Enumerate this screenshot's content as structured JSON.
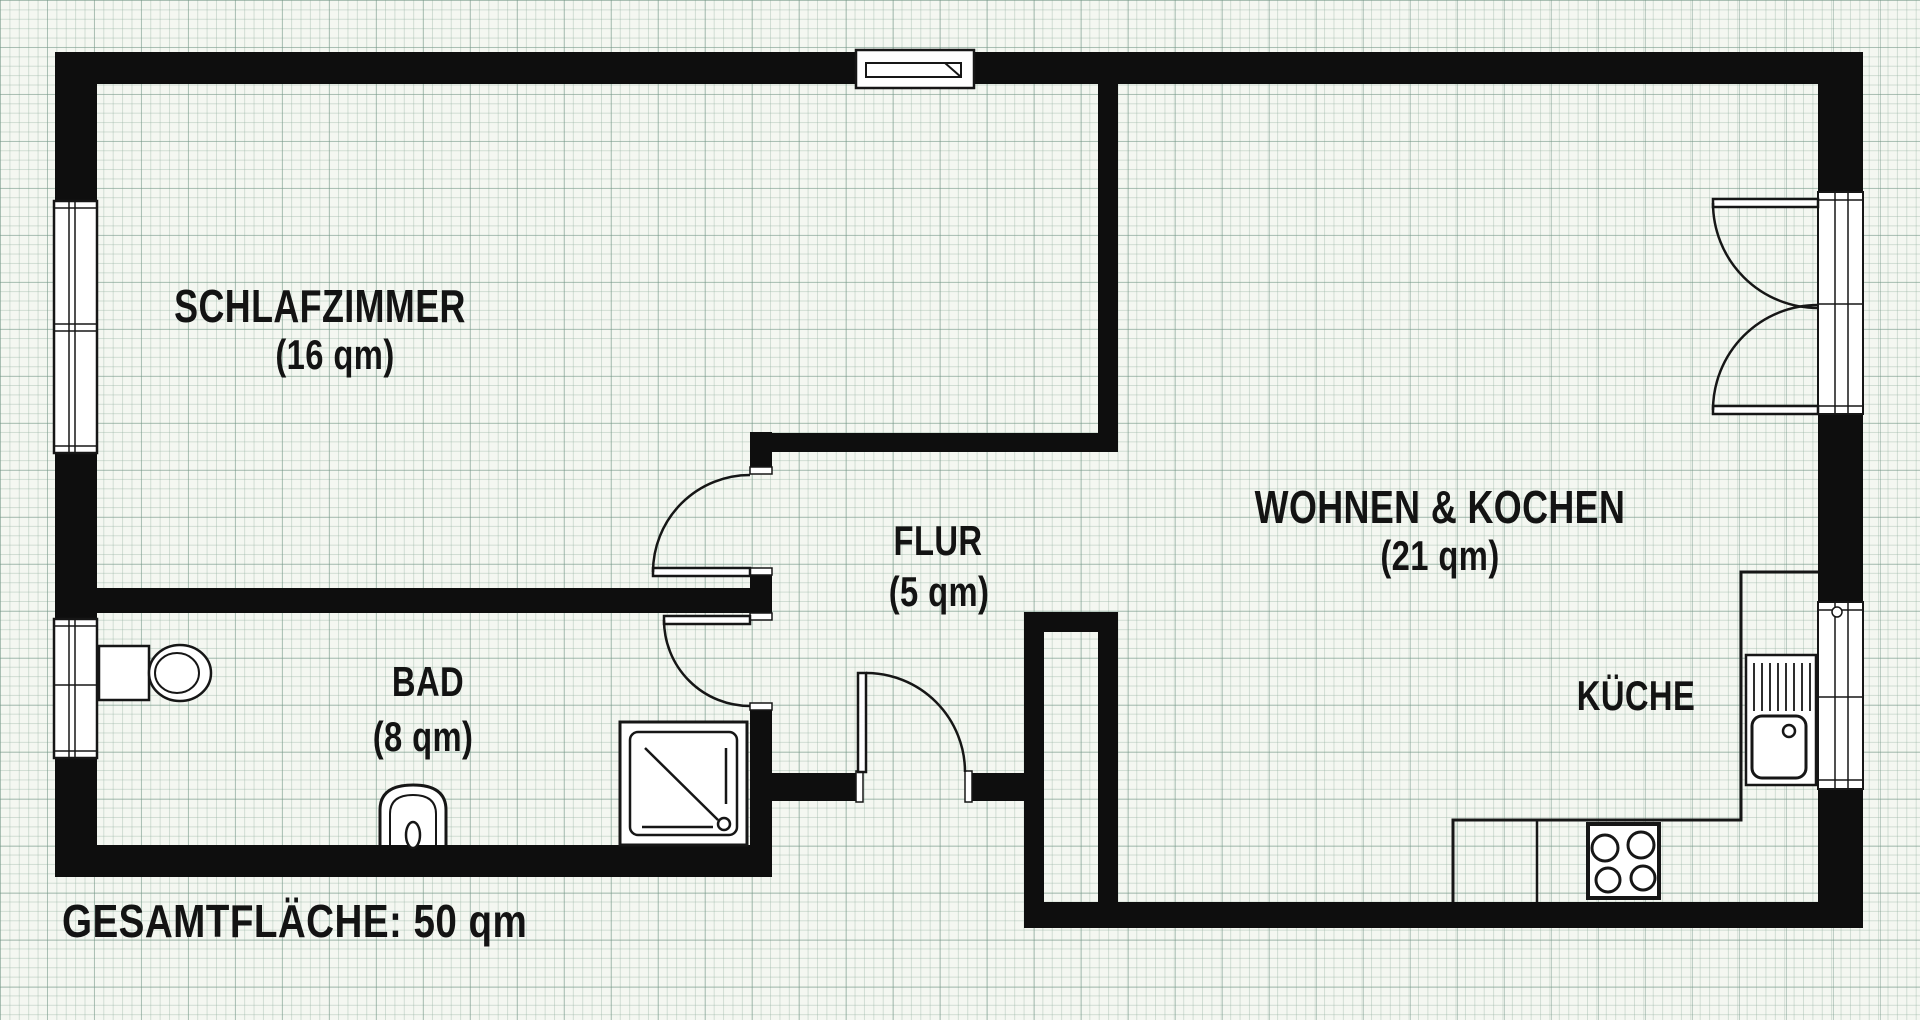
{
  "floorplan": {
    "rooms": [
      {
        "id": "schlafzimmer",
        "name": "SCHLAFZIMMER",
        "area": "(16 qm)"
      },
      {
        "id": "bad",
        "name": "BAD",
        "area": "(8 qm)"
      },
      {
        "id": "flur",
        "name": "FLUR",
        "area": "(5 qm)"
      },
      {
        "id": "wohnen-kochen",
        "name": "WOHNEN & KOCHEN",
        "area": "(21 qm)"
      },
      {
        "id": "kueche",
        "name": "KÜCHE",
        "area": ""
      }
    ],
    "summary": {
      "total_area_label": "GESAMTFLÄCHE: 50 qm"
    },
    "fixtures": [
      "toilet",
      "washbasin",
      "shower-tray",
      "kitchen-sink",
      "stove-4-burners",
      "kitchen-counter",
      "entrance-door",
      "bedroom-door",
      "bathroom-door",
      "french-double-door",
      "window-left-bedroom",
      "window-left-bath",
      "window-top",
      "window-right-kitchen"
    ],
    "colors": {
      "wall": "#0e0e0e",
      "ink": "#161616",
      "paper": "#f4f7f1",
      "grid_minor": "#a4bfae",
      "grid_major": "#6e9182"
    }
  }
}
